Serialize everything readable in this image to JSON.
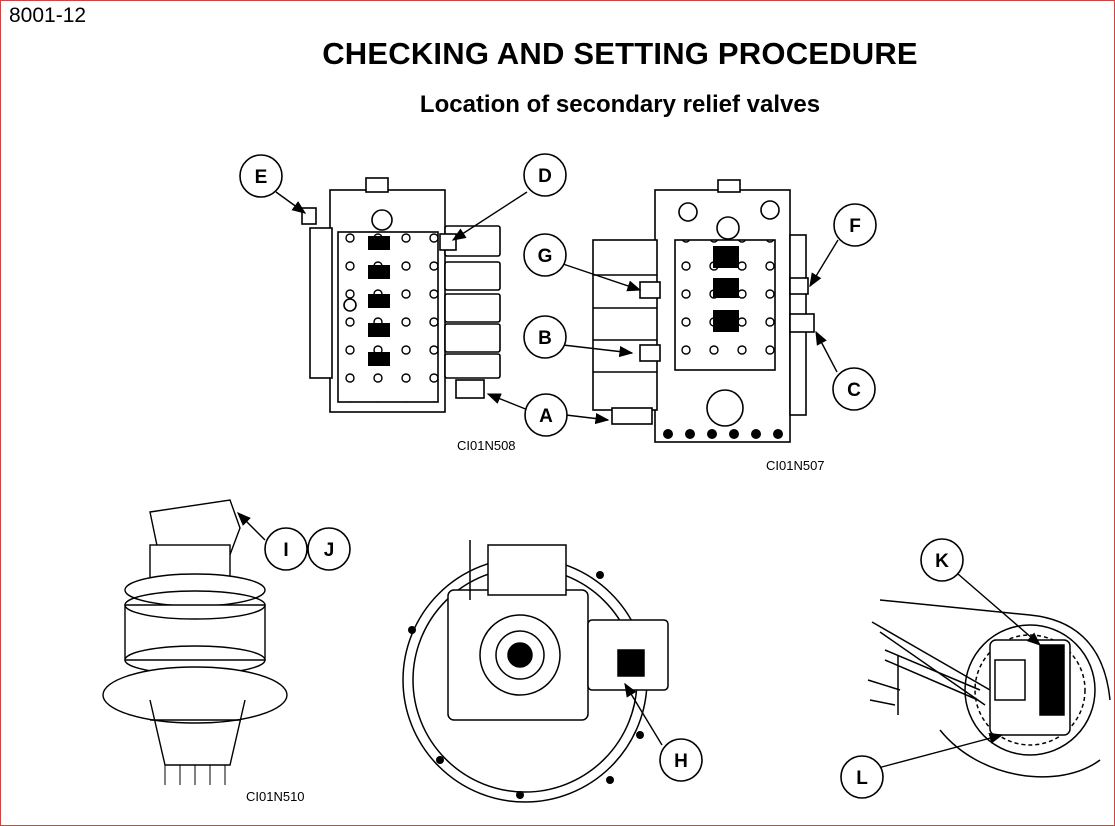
{
  "page": {
    "number": "8001-12",
    "title": "CHECKING AND SETTING PROCEDURE",
    "subtitle": "Location of secondary relief valves"
  },
  "figures": [
    {
      "ref": "CI01N508",
      "callouts": [
        "E",
        "D",
        "A"
      ]
    },
    {
      "ref": "CI01N507",
      "callouts": [
        "G",
        "B",
        "F",
        "C"
      ]
    },
    {
      "ref": "CI01N510",
      "callouts": [
        "I",
        "J"
      ]
    },
    {
      "callouts": [
        "H"
      ]
    },
    {
      "callouts": [
        "K",
        "L"
      ]
    }
  ],
  "callouts": {
    "A": "A",
    "B": "B",
    "C": "C",
    "D": "D",
    "E": "E",
    "F": "F",
    "G": "G",
    "H": "H",
    "I": "I",
    "J": "J",
    "K": "K",
    "L": "L"
  }
}
